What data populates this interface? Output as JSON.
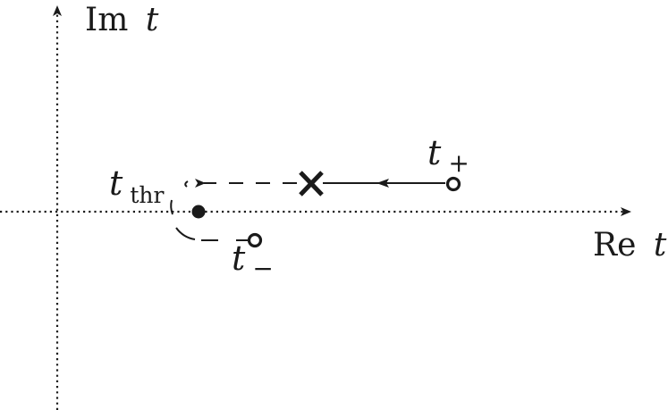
{
  "diagram": {
    "axes": {
      "real_label": "Re",
      "real_var": "t",
      "imag_label": "Im",
      "imag_var": "t"
    },
    "points": {
      "threshold": {
        "symbol": "t",
        "sub": "thr"
      },
      "plus": {
        "symbol": "t",
        "sub": "+"
      },
      "minus": {
        "symbol": "t",
        "sub": "−"
      }
    }
  }
}
